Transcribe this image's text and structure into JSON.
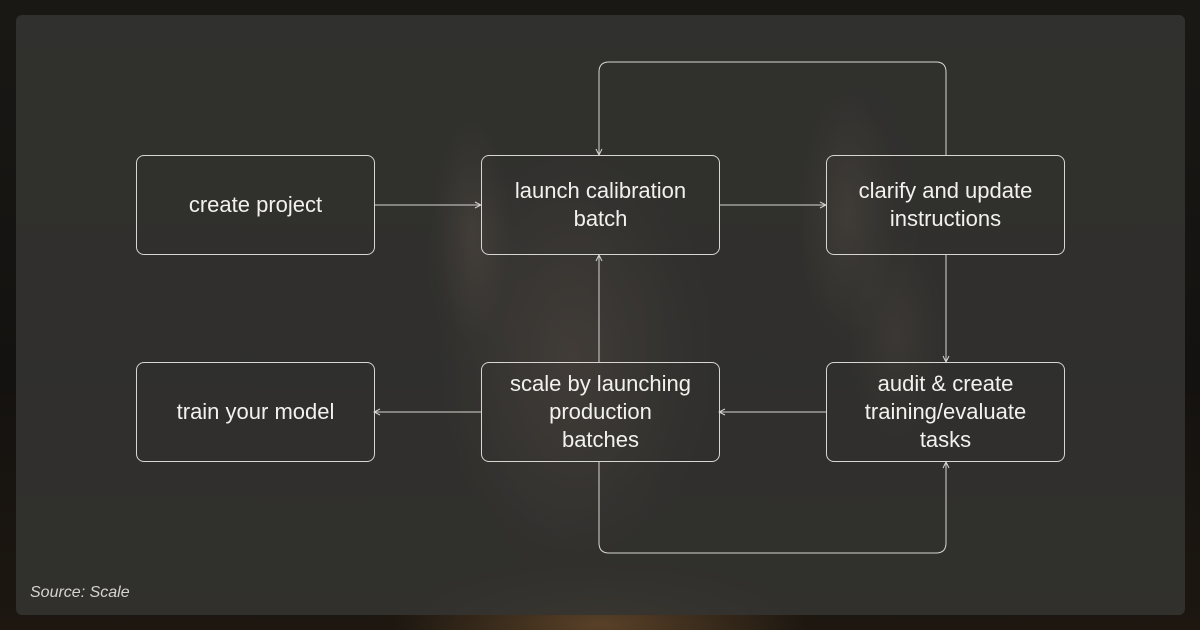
{
  "diagram": {
    "nodes": [
      {
        "id": "create-project",
        "label": "create project"
      },
      {
        "id": "launch-calibration",
        "label": "launch calibration\nbatch"
      },
      {
        "id": "clarify-update",
        "label": "clarify and update\ninstructions"
      },
      {
        "id": "train-model",
        "label": "train your model"
      },
      {
        "id": "scale-production",
        "label": "scale by launching\nproduction\nbatches"
      },
      {
        "id": "audit-create",
        "label": "audit & create\ntraining/evaluate\ntasks"
      }
    ],
    "edges": [
      {
        "from": "create-project",
        "to": "launch-calibration"
      },
      {
        "from": "launch-calibration",
        "to": "clarify-update"
      },
      {
        "from": "clarify-update",
        "to": "launch-calibration"
      },
      {
        "from": "clarify-update",
        "to": "audit-create"
      },
      {
        "from": "audit-create",
        "to": "scale-production"
      },
      {
        "from": "scale-production",
        "to": "launch-calibration"
      },
      {
        "from": "scale-production",
        "to": "train-model"
      },
      {
        "from": "scale-production",
        "to": "audit-create"
      }
    ]
  },
  "footer": {
    "source": "Source: Scale"
  },
  "colors": {
    "stroke": "#d8d6d2",
    "text": "#f2f1ee",
    "panel": "#343432"
  }
}
